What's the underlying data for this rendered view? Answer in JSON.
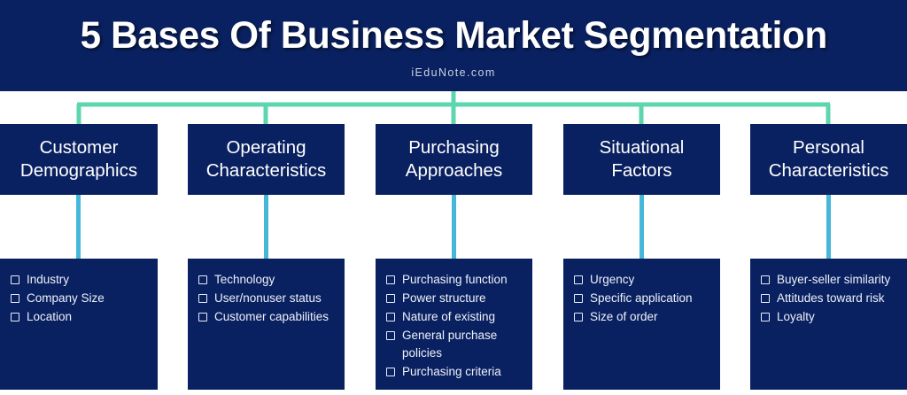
{
  "header": {
    "title": "5 Bases Of Business Market Segmentation",
    "credit": "iEduNote.com"
  },
  "colors": {
    "navy": "#0a2161",
    "teal_connector": "#5dd6b0",
    "cyan_connector": "#46b6d9",
    "text_light": "#eef1f8",
    "background": "#ffffff"
  },
  "diagram": {
    "type": "hierarchy",
    "root_label": "5 Bases Of Business Market Segmentation",
    "branch_count": 5,
    "branches": [
      {
        "title": "Customer Demographics",
        "title_line1": "Customer",
        "title_line2": "Demographics",
        "items": [
          "Industry",
          "Company Size",
          "Location"
        ]
      },
      {
        "title": "Operating Characteristics",
        "title_line1": "Operating",
        "title_line2": "Characteristics",
        "items": [
          "Technology",
          "User/nonuser status",
          "Customer capabilities"
        ]
      },
      {
        "title": "Purchasing Approaches",
        "title_line1": "Purchasing",
        "title_line2": "Approaches",
        "items": [
          "Purchasing function",
          "Power structure",
          "Nature of existing",
          "General purchase policies",
          "Purchasing criteria"
        ]
      },
      {
        "title": "Situational Factors",
        "title_line1": "Situational",
        "title_line2": "Factors",
        "items": [
          "Urgency",
          "Specific application",
          "Size of order"
        ]
      },
      {
        "title": "Personal Characteristics",
        "title_line1": "Personal",
        "title_line2": "Characteristics",
        "items": [
          "Buyer-seller similarity",
          "Attitudes toward risk",
          "Loyalty"
        ]
      }
    ]
  }
}
